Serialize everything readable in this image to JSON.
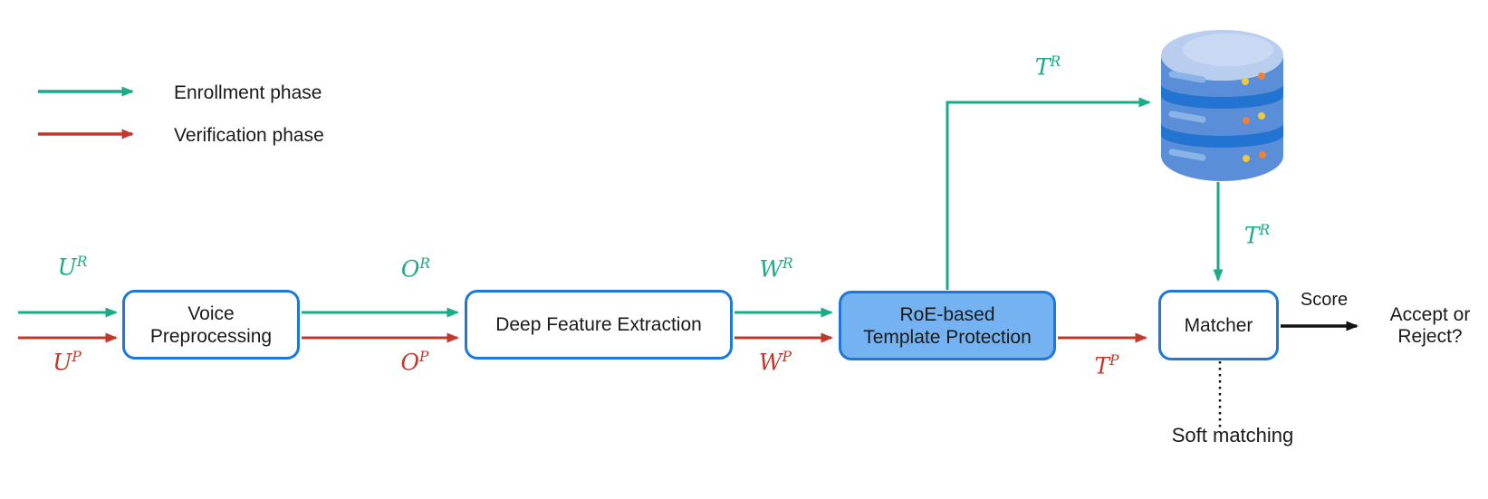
{
  "legend": {
    "items": [
      {
        "label": "Enrollment phase",
        "phase": "enrollment"
      },
      {
        "label": "Verification phase",
        "phase": "verification"
      }
    ]
  },
  "nodes": {
    "voice_preprocessing": {
      "label": "Voice Preprocessing"
    },
    "deep_feature_extraction": {
      "label": "Deep Feature Extraction"
    },
    "template_protection": {
      "label_line1": "RoE-based",
      "label_line2": "Template Protection"
    },
    "matcher": {
      "label": "Matcher"
    },
    "database": {
      "name": "protected template database"
    }
  },
  "flow_labels": {
    "u_r": {
      "base": "U",
      "sup": "R",
      "phase": "enrollment"
    },
    "u_p": {
      "base": "U",
      "sup": "P",
      "phase": "verification"
    },
    "o_r": {
      "base": "O",
      "sup": "R",
      "phase": "enrollment"
    },
    "o_p": {
      "base": "O",
      "sup": "P",
      "phase": "verification"
    },
    "w_r": {
      "base": "W",
      "sup": "R",
      "phase": "enrollment"
    },
    "w_p": {
      "base": "W",
      "sup": "P",
      "phase": "verification"
    },
    "t_r_to_db": {
      "base": "T",
      "sup": "R",
      "phase": "enrollment"
    },
    "t_r_to_matcher": {
      "base": "T",
      "sup": "R",
      "phase": "enrollment"
    },
    "t_p": {
      "base": "T",
      "sup": "P",
      "phase": "verification"
    }
  },
  "outputs": {
    "score_label": "Score",
    "decision_label": "Accept or Reject?",
    "soft_matching_label": "Soft matching"
  },
  "colors": {
    "enrollment_green": "#1aab87",
    "verification_red": "#c0392b",
    "node_border": "#1d79d8",
    "node_fill": "#ffffff",
    "protected_fill": "#74b2f2",
    "score_black": "#111111",
    "text_black": "#1a1a1a",
    "db_body": "#5a8ed8",
    "db_top": "#b9cdee",
    "db_top_highlight": "#c9d9f3",
    "db_band": "#2273d2",
    "db_dash": "#8ab4e8",
    "dot_yellow": "#f0c83c",
    "dot_orange": "#ee8038"
  }
}
